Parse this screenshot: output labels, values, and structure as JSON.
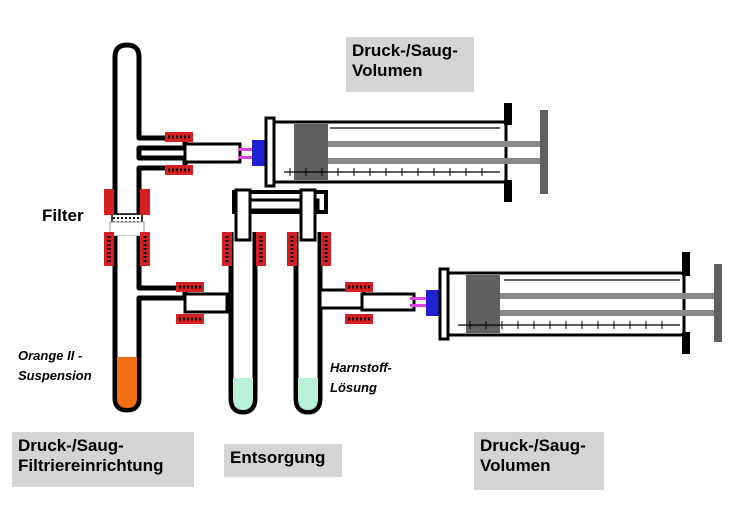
{
  "labels": {
    "volume_top_line1": "Druck-/Saug-",
    "volume_top_line2": "Volumen",
    "filter": "Filter",
    "orange_line1": "Orange II -",
    "orange_line2": "Suspension",
    "harnstoff_line1": "Harnstoff-",
    "harnstoff_line2": "Lösung",
    "filtration_line1": "Druck-/Saug-",
    "filtration_line2": "Filtriereinrichtung",
    "entsorgung": "Entsorgung",
    "volume_bottom_line1": "Druck-/Saug-",
    "volume_bottom_line2": "Volumen"
  },
  "colors": {
    "label_box": "#d4d4d4",
    "clamp_red": "#d42020",
    "orange_suspension": "#f07010",
    "urea_solution": "#b8f0d8",
    "plunger": "#606060",
    "seal_blue": "#2020d0",
    "seal_magenta": "#e040e0"
  }
}
